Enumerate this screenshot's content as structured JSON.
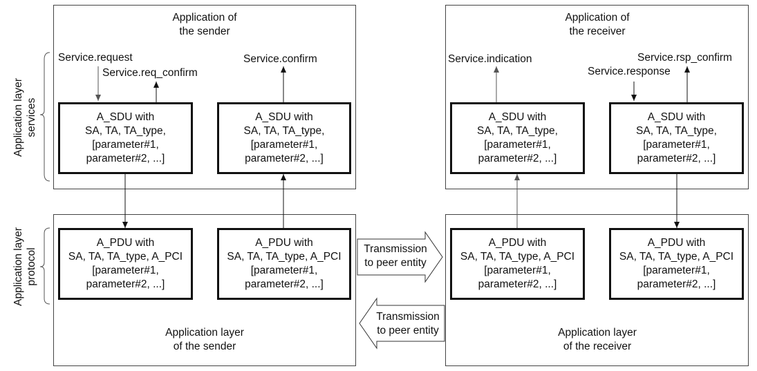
{
  "sender_app": {
    "title_line1": "Application of",
    "title_line2": "the sender",
    "service_request": "Service.request",
    "service_req_confirm": "Service.req_confirm",
    "service_confirm": "Service.confirm",
    "sdu_left": [
      "A_SDU with",
      "SA, TA, TA_type,",
      "[parameter#1,",
      "parameter#2, ...]"
    ],
    "sdu_right": [
      "A_SDU with",
      "SA, TA, TA_type,",
      "[parameter#1,",
      "parameter#2, ...]"
    ]
  },
  "receiver_app": {
    "title_line1": "Application of",
    "title_line2": "the receiver",
    "service_indication": "Service.indication",
    "service_rsp_confirm": "Service.rsp_confirm",
    "service_response": "Service.response",
    "sdu_left": [
      "A_SDU with",
      "SA, TA, TA_type,",
      "[parameter#1,",
      "parameter#2, ...]"
    ],
    "sdu_right": [
      "A_SDU with",
      "SA, TA, TA_type,",
      "[parameter#1,",
      "parameter#2, ...]"
    ]
  },
  "sender_layer": {
    "label_line1": "Application layer",
    "label_line2": "of the sender",
    "pdu_left": [
      "A_PDU with",
      "SA, TA, TA_type, A_PCI",
      "[parameter#1,",
      "parameter#2, ...]"
    ],
    "pdu_right": [
      "A_PDU with",
      "SA, TA, TA_type, A_PCI",
      "[parameter#1,",
      "parameter#2, ...]"
    ]
  },
  "receiver_layer": {
    "label_line1": "Application layer",
    "label_line2": "of the receiver",
    "pdu_left": [
      "A_PDU with",
      "SA, TA, TA_type, A_PCI",
      "[parameter#1,",
      "parameter#2, ...]"
    ],
    "pdu_right": [
      "A_PDU with",
      "SA, TA, TA_type, A_PCI",
      "[parameter#1,",
      "parameter#2, ...]"
    ]
  },
  "transmission": {
    "to_receiver": [
      "Transmission",
      "to peer entity"
    ],
    "to_sender": [
      "Transmission",
      "to peer entity"
    ]
  },
  "side_labels": {
    "services": [
      "Application layer",
      "services"
    ],
    "protocol": [
      "Application layer",
      "protocol"
    ]
  }
}
